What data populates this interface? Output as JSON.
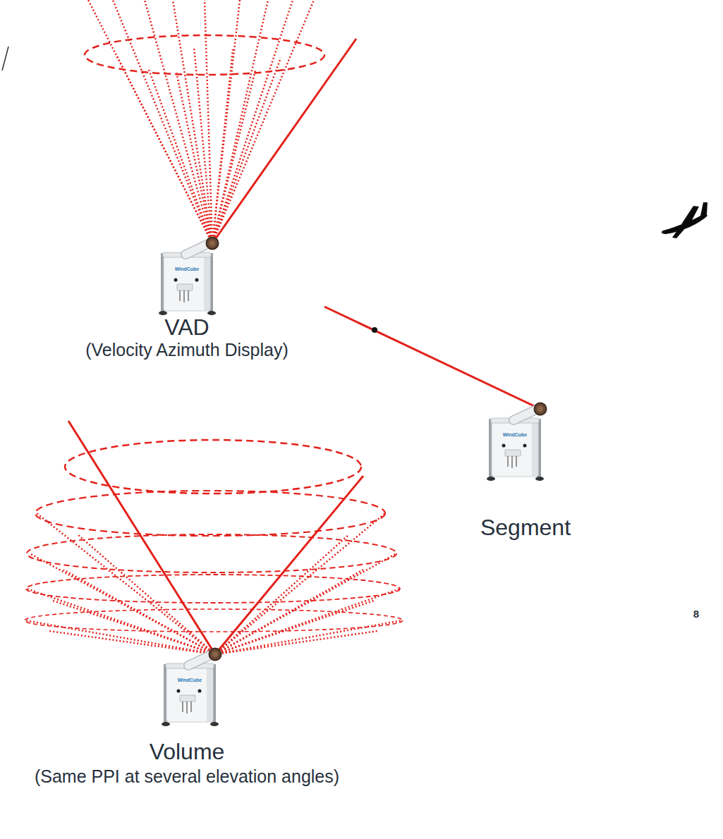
{
  "diagram": {
    "labels": [
      "VAD",
      "(Velocity Azimuth Display)",
      "Segment",
      "Volume",
      "(Same PPI at several elevation angles)",
      "8",
      "WindCube",
      "WindCube",
      "WindCube"
    ]
  }
}
